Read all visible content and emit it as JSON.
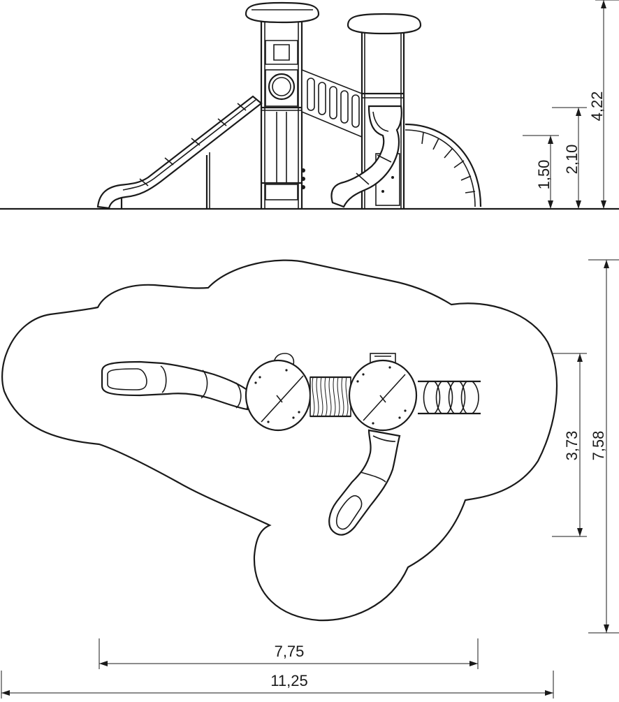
{
  "elevation": {
    "dimensions": {
      "height_total": "4,22",
      "height_upper_deck": "2,10",
      "height_lower_deck": "1,50"
    }
  },
  "plan": {
    "dimensions": {
      "depth_total": "7,58",
      "depth_equipment": "3,73",
      "width_equipment": "7,75",
      "width_total": "11,25"
    }
  }
}
